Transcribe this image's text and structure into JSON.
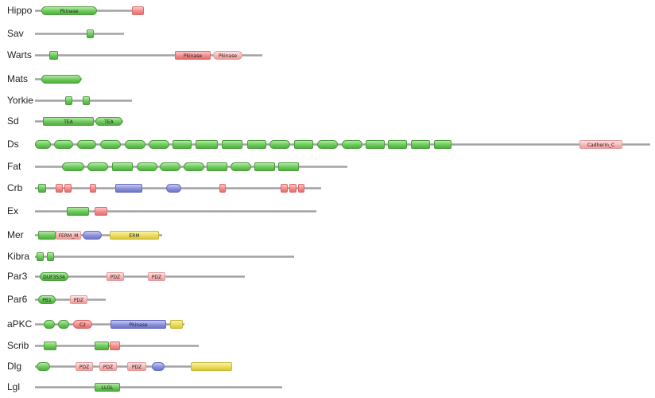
{
  "colors": {
    "green": "#6cc95a",
    "red": "#f48c8c",
    "pink": "#f8b6b6",
    "blue": "#8a90da",
    "yellow": "#eadc5c",
    "backbone": "#b0b0b0"
  },
  "proteins": [
    {
      "name": "Hippo",
      "domains": [
        {
          "color": "green",
          "label": "Pkinase"
        },
        {
          "color": "red",
          "label": ""
        }
      ]
    },
    {
      "name": "Sav",
      "domains": [
        {
          "color": "green",
          "label": ""
        }
      ]
    },
    {
      "name": "Warts",
      "domains": [
        {
          "color": "green",
          "label": ""
        },
        {
          "color": "red",
          "label": "Pkinase"
        },
        {
          "color": "pink",
          "label": "Pkinase"
        }
      ]
    },
    {
      "name": "Mats",
      "domains": [
        {
          "color": "green",
          "label": ""
        }
      ]
    },
    {
      "name": "Yorkie",
      "domains": [
        {
          "color": "green",
          "label": ""
        },
        {
          "color": "green",
          "label": ""
        }
      ]
    },
    {
      "name": "Sd",
      "domains": [
        {
          "color": "green",
          "label": "TEA"
        },
        {
          "color": "green",
          "label": "TEA"
        }
      ]
    },
    {
      "name": "Ds",
      "domains": [
        {
          "color": "green",
          "label": ""
        },
        {
          "color": "green",
          "label": ""
        },
        {
          "color": "green",
          "label": ""
        },
        {
          "color": "green",
          "label": ""
        },
        {
          "color": "green",
          "label": ""
        },
        {
          "color": "green",
          "label": ""
        },
        {
          "color": "green",
          "label": ""
        },
        {
          "color": "green",
          "label": ""
        },
        {
          "color": "green",
          "label": ""
        },
        {
          "color": "green",
          "label": ""
        },
        {
          "color": "green",
          "label": ""
        },
        {
          "color": "green",
          "label": ""
        },
        {
          "color": "green",
          "label": ""
        },
        {
          "color": "green",
          "label": ""
        },
        {
          "color": "green",
          "label": ""
        },
        {
          "color": "green",
          "label": ""
        },
        {
          "color": "green",
          "label": ""
        },
        {
          "color": "green",
          "label": ""
        },
        {
          "color": "pink",
          "label": "Cadherin_C"
        }
      ]
    },
    {
      "name": "Fat",
      "domains": [
        {
          "color": "green",
          "label": ""
        },
        {
          "color": "green",
          "label": ""
        },
        {
          "color": "green",
          "label": ""
        },
        {
          "color": "green",
          "label": ""
        },
        {
          "color": "green",
          "label": ""
        },
        {
          "color": "green",
          "label": ""
        },
        {
          "color": "green",
          "label": ""
        },
        {
          "color": "green",
          "label": ""
        },
        {
          "color": "green",
          "label": ""
        },
        {
          "color": "green",
          "label": ""
        }
      ]
    },
    {
      "name": "Crb",
      "domains": [
        {
          "color": "green",
          "label": ""
        },
        {
          "color": "red",
          "label": ""
        },
        {
          "color": "red",
          "label": ""
        },
        {
          "color": "red",
          "label": ""
        },
        {
          "color": "blue",
          "label": ""
        },
        {
          "color": "blue",
          "label": ""
        },
        {
          "color": "red",
          "label": ""
        },
        {
          "color": "red",
          "label": ""
        },
        {
          "color": "red",
          "label": ""
        },
        {
          "color": "red",
          "label": ""
        }
      ]
    },
    {
      "name": "Ex",
      "domains": [
        {
          "color": "green",
          "label": ""
        },
        {
          "color": "red",
          "label": ""
        }
      ]
    },
    {
      "name": "Mer",
      "domains": [
        {
          "color": "green",
          "label": ""
        },
        {
          "color": "pink",
          "label": "FERM_M"
        },
        {
          "color": "blue",
          "label": ""
        },
        {
          "color": "yellow",
          "label": "ERM"
        }
      ]
    },
    {
      "name": "Kibra",
      "domains": [
        {
          "color": "green",
          "label": ""
        },
        {
          "color": "green",
          "label": ""
        }
      ]
    },
    {
      "name": "Par3",
      "domains": [
        {
          "color": "green",
          "label": "DUF3534"
        },
        {
          "color": "pink",
          "label": "PDZ"
        },
        {
          "color": "pink",
          "label": "PDZ"
        }
      ]
    },
    {
      "name": "Par6",
      "domains": [
        {
          "color": "green",
          "label": "PB1"
        },
        {
          "color": "pink",
          "label": "PDZ"
        }
      ]
    },
    {
      "name": "aPKC",
      "domains": [
        {
          "color": "green",
          "label": ""
        },
        {
          "color": "green",
          "label": ""
        },
        {
          "color": "red",
          "label": "C2"
        },
        {
          "color": "blue",
          "label": "Pkinase"
        },
        {
          "color": "yellow",
          "label": ""
        }
      ]
    },
    {
      "name": "Scrib",
      "domains": [
        {
          "color": "green",
          "label": ""
        },
        {
          "color": "green",
          "label": ""
        },
        {
          "color": "red",
          "label": ""
        }
      ]
    },
    {
      "name": "Dlg",
      "domains": [
        {
          "color": "green",
          "label": ""
        },
        {
          "color": "pink",
          "label": "PDZ"
        },
        {
          "color": "pink",
          "label": "PDZ"
        },
        {
          "color": "pink",
          "label": "PDZ"
        },
        {
          "color": "blue",
          "label": ""
        },
        {
          "color": "yellow",
          "label": ""
        }
      ]
    },
    {
      "name": "Lgl",
      "domains": [
        {
          "color": "green",
          "label": "LLGL"
        }
      ]
    }
  ]
}
